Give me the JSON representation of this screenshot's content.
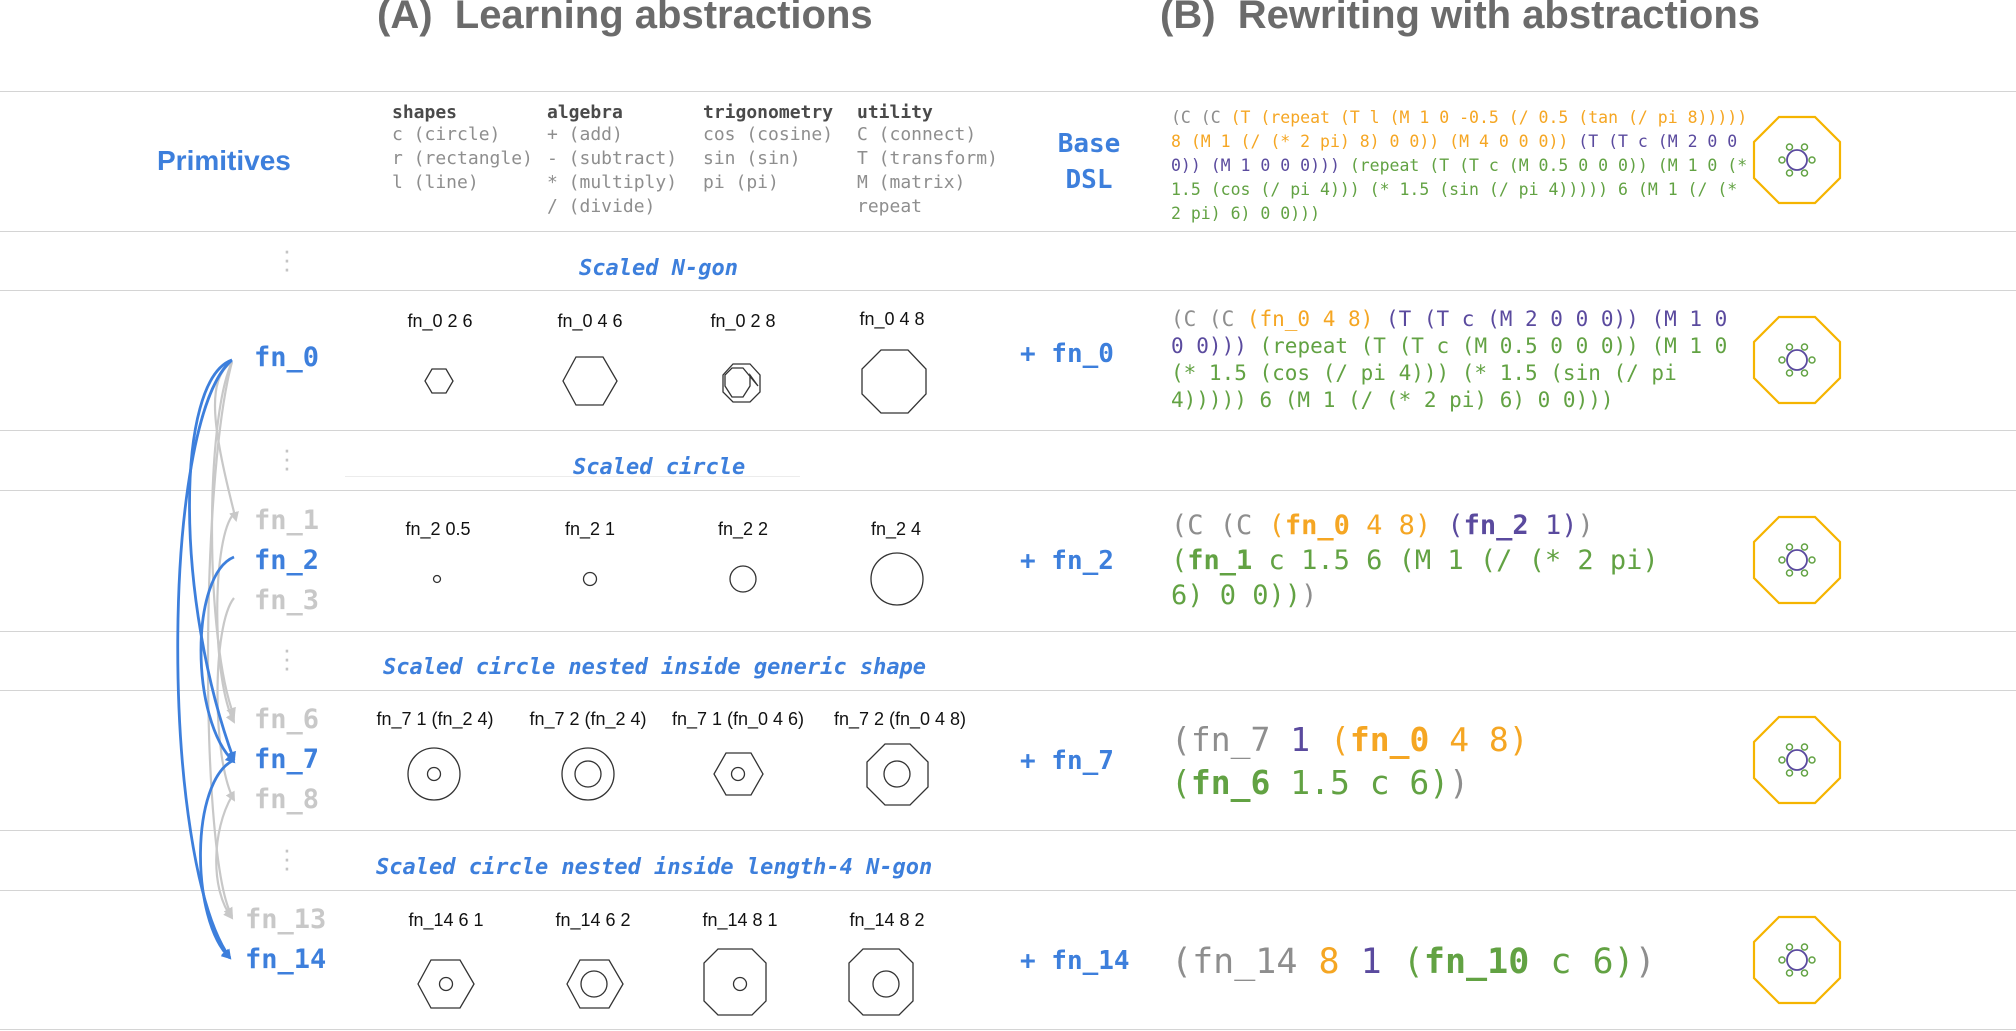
{
  "headers": {
    "a": "(A)  Learning abstractions",
    "b": "(B)  Rewriting with abstractions"
  },
  "primitives_label": "Primitives",
  "base_dsl": [
    "Base",
    "DSL"
  ],
  "categories": [
    {
      "title": "shapes",
      "items": [
        "c (circle)",
        "r (rectangle)",
        "l (line)"
      ]
    },
    {
      "title": "algebra",
      "items": [
        "+ (add)",
        "- (subtract)",
        "* (multiply)",
        "/ (divide)"
      ]
    },
    {
      "title": "trigonometry",
      "items": [
        "cos (cosine)",
        "sin (sin)",
        "pi (pi)"
      ]
    },
    {
      "title": "utility",
      "items": [
        "C (connect)",
        "T (transform)",
        "M (matrix)",
        "repeat"
      ]
    }
  ],
  "sections": [
    "Scaled N-gon",
    "Scaled circle",
    "Scaled circle nested inside generic shape",
    "Scaled circle nested inside length-4 N-gon"
  ],
  "fn_labels": {
    "fn_0": "fn_0",
    "fn_1": "fn_1",
    "fn_2": "fn_2",
    "fn_3": "fn_3",
    "fn_6": "fn_6",
    "fn_7": "fn_7",
    "fn_8": "fn_8",
    "fn_13": "fn_13",
    "fn_14": "fn_14"
  },
  "examples": [
    [
      "fn_0 2 6",
      "fn_0 4 6",
      "fn_0 2 8",
      "fn_0 4 8"
    ],
    [
      "fn_2 0.5",
      "fn_2 1",
      "fn_2 2",
      "fn_2 4"
    ],
    [
      "fn_7 1 (fn_2 4)",
      "fn_7 2 (fn_2 4)",
      "fn_7 1 (fn_0 4 6)",
      "fn_7 2 (fn_0 4 8)"
    ],
    [
      "fn_14 6 1",
      "fn_14 6 2",
      "fn_14 8 1",
      "fn_14 8 2"
    ]
  ],
  "rewrite_labels": [
    "+ fn_0",
    "+ fn_2",
    "+ fn_7",
    "+ fn_14"
  ],
  "code": {
    "base": [
      [
        [
          "g",
          "(C (C "
        ],
        [
          "o",
          "(T (repeat (T l (M 1 0 -0.5 (/ 0.5 (tan (/ pi 8))))) "
        ]
      ],
      [
        [
          "o",
          "8 (M 1 (/ (* 2 pi) 8) 0 0)) (M 4 0 0 0)) "
        ],
        [
          "p",
          "(T (T c (M 2 0 0 "
        ]
      ],
      [
        [
          "p",
          "0)) (M 1 0 0 0))) "
        ],
        [
          "gr",
          "(repeat (T (T c (M 0.5 0 0 0)) (M 1 0 (* "
        ]
      ],
      [
        [
          "gr",
          "1.5 (cos (/ pi 4))) (* 1.5 (sin (/ pi 4))))) 6 (M 1 (/ (* "
        ]
      ],
      [
        [
          "gr",
          "2 pi) 6) 0 0)))"
        ]
      ]
    ],
    "fn0": [
      [
        [
          "g",
          "(C (C "
        ],
        [
          "o",
          "(fn_0 4 8) "
        ],
        [
          "p",
          "(T (T c (M 2 0 0 0)) (M 1 0 "
        ]
      ],
      [
        [
          "p",
          "0 0))) "
        ],
        [
          "gr",
          "(repeat (T (T c (M 0.5 0 0 0)) (M 1 0 "
        ]
      ],
      [
        [
          "gr",
          "(* 1.5 (cos (/ pi 4))) (* 1.5 (sin (/ pi "
        ]
      ],
      [
        [
          "gr",
          "4))))) 6 (M 1 (/ (* 2 pi) 6) 0 0)))"
        ]
      ]
    ],
    "fn2": [
      [
        [
          "g",
          "(C (C "
        ],
        [
          "o",
          "("
        ],
        [
          "o b",
          "fn_0"
        ],
        [
          "o",
          " 4 8) "
        ],
        [
          "p",
          "("
        ],
        [
          "p b",
          "fn_2"
        ],
        [
          "p",
          " 1)"
        ],
        [
          "g",
          ")"
        ]
      ],
      [
        [
          "gr",
          "("
        ],
        [
          "gr b",
          "fn_1"
        ],
        [
          "gr",
          " c 1.5 6 (M 1 (/ (* 2 pi)"
        ]
      ],
      [
        [
          "gr",
          "6) 0 0))"
        ],
        [
          "g",
          ")"
        ]
      ]
    ],
    "fn7": [
      [
        [
          "g",
          "(fn_7 "
        ],
        [
          "p",
          "1 "
        ],
        [
          "o",
          "("
        ],
        [
          "o b",
          "fn_0"
        ],
        [
          "o",
          " 4 8)"
        ]
      ],
      [
        [
          "gr",
          "("
        ],
        [
          "gr b",
          "fn_6"
        ],
        [
          "gr",
          " 1.5 c 6)"
        ],
        [
          "g",
          ")"
        ]
      ]
    ],
    "fn14": [
      [
        [
          "g",
          "(fn_14 "
        ],
        [
          "o",
          "8 "
        ],
        [
          "p",
          "1 "
        ],
        [
          "gr",
          "("
        ],
        [
          "gr b",
          "fn_10"
        ],
        [
          "gr",
          " c 6)"
        ],
        [
          "g",
          ")"
        ]
      ]
    ]
  },
  "colors": {
    "blue": "#3d7fdc",
    "orange": "#f5a623",
    "purple": "#5a4a9e",
    "green": "#62a243",
    "gray": "#8e8e8e"
  }
}
